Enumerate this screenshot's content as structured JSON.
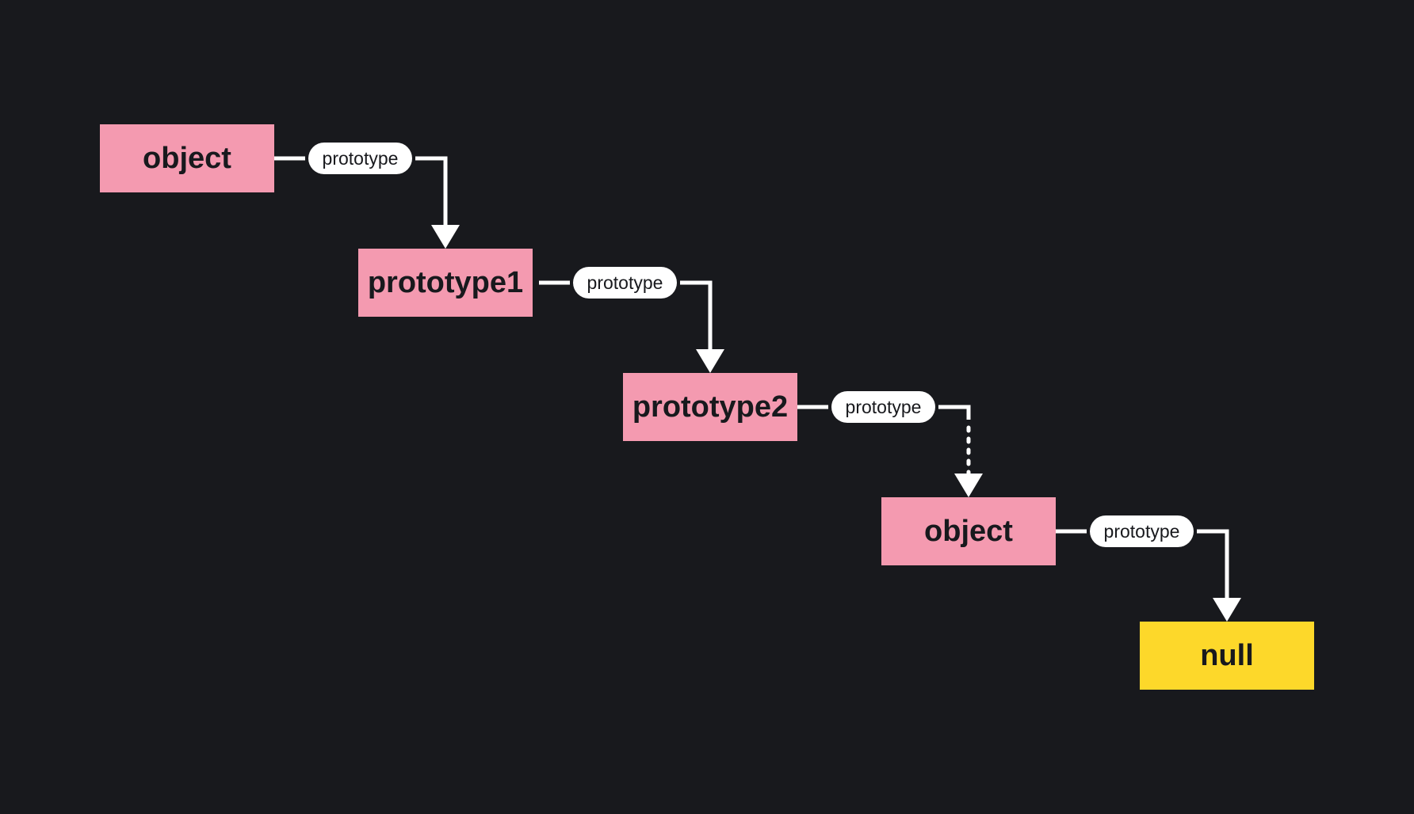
{
  "diagram": {
    "nodes": [
      {
        "label": "object",
        "color": "#f49ab0"
      },
      {
        "label": "prototype1",
        "color": "#f49ab0"
      },
      {
        "label": "prototype2",
        "color": "#f49ab0"
      },
      {
        "label": "object",
        "color": "#f49ab0"
      },
      {
        "label": "null",
        "color": "#fdd82a"
      }
    ],
    "links": [
      {
        "label": "prototype",
        "style": "solid"
      },
      {
        "label": "prototype",
        "style": "solid"
      },
      {
        "label": "prototype",
        "style": "dotted"
      },
      {
        "label": "prototype",
        "style": "solid"
      }
    ],
    "colors": {
      "background": "#18191d",
      "connector": "#ffffff",
      "pill": "#ffffff",
      "text": "#18191d"
    }
  }
}
